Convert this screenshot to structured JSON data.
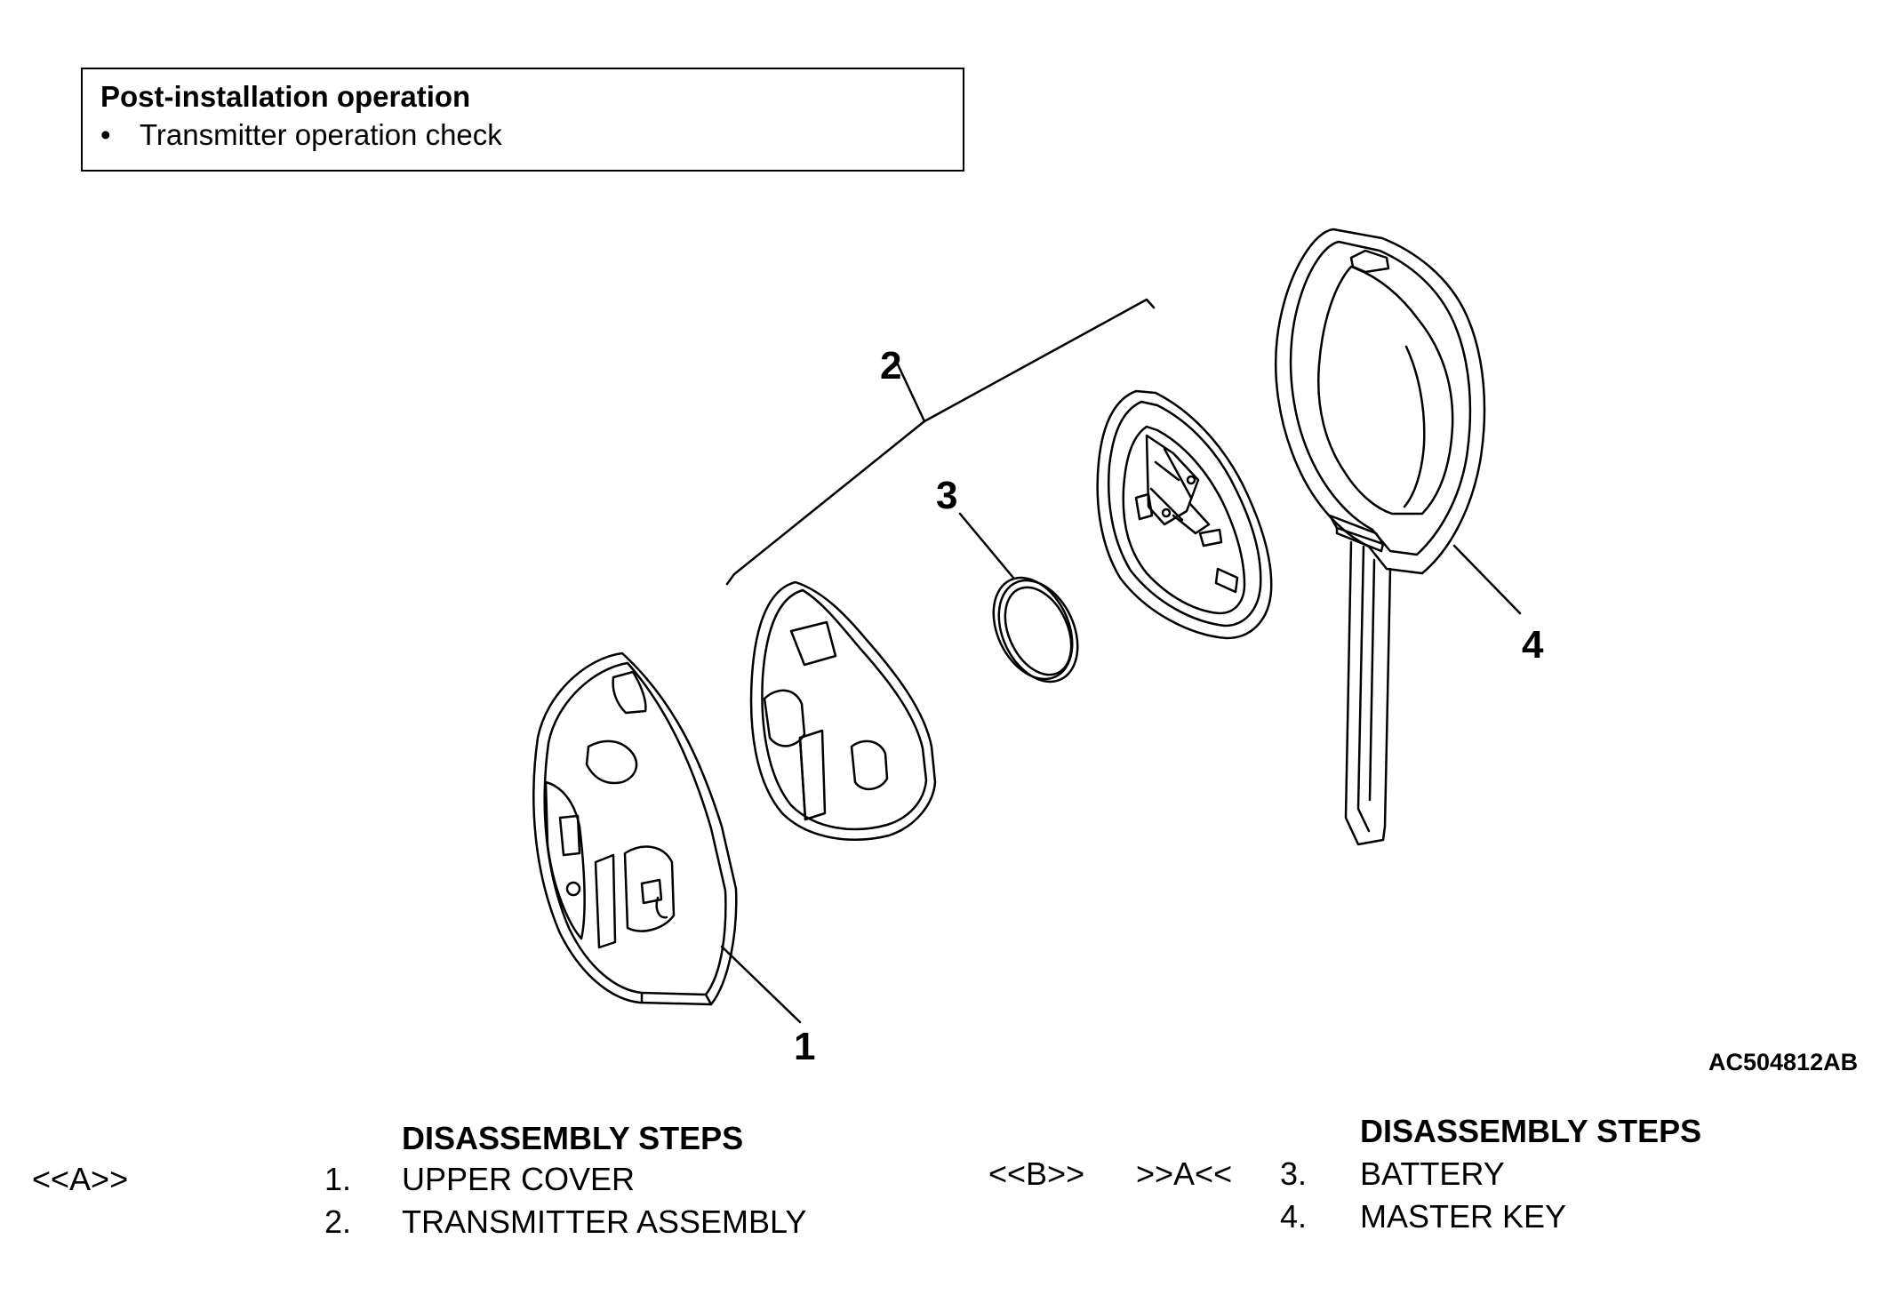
{
  "post_installation": {
    "title": "Post-installation operation",
    "bullet": "•",
    "items": [
      "Transmitter operation check"
    ]
  },
  "diagram": {
    "callouts": {
      "c1": "1",
      "c2": "2",
      "c3": "3",
      "c4": "4"
    },
    "figure_id": "AC504812AB"
  },
  "left_steps": {
    "heading": "DISASSEMBLY STEPS",
    "ref_a": "<<A>>",
    "rows": [
      {
        "num": "1.",
        "label": "UPPER COVER"
      },
      {
        "num": "2.",
        "label": "TRANSMITTER ASSEMBLY"
      }
    ]
  },
  "right_steps": {
    "heading": "DISASSEMBLY STEPS",
    "ref_b": "<<B>>",
    "ref_a_install": ">>A<<",
    "rows": [
      {
        "num": "3.",
        "label": "BATTERY"
      },
      {
        "num": "4.",
        "label": "MASTER KEY"
      }
    ]
  }
}
